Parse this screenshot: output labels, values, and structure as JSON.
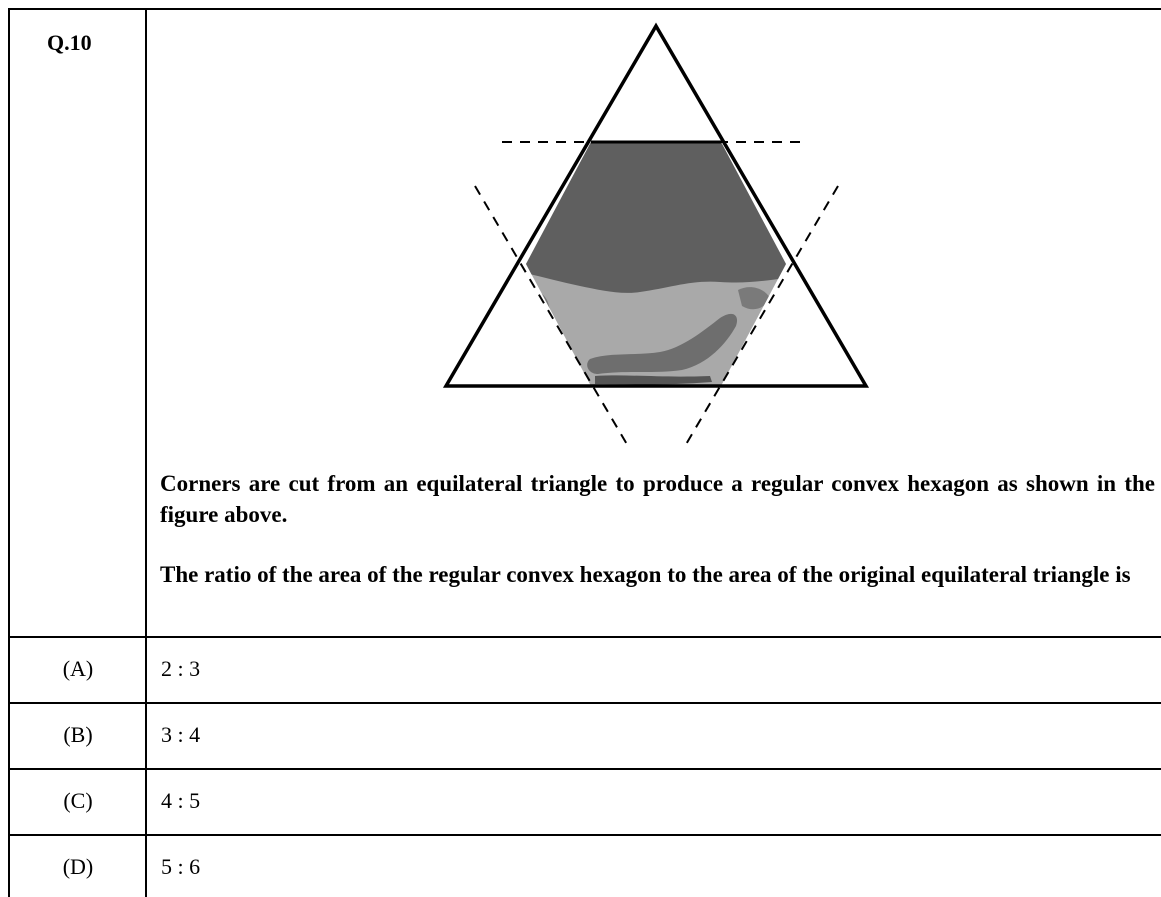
{
  "question": {
    "number": "Q.10",
    "paragraph1": "Corners are cut from an equilateral triangle to produce a regular convex hexagon as shown in the figure above.",
    "paragraph2": "The ratio of the area of the regular convex hexagon to the area of the original equilateral triangle is"
  },
  "options": [
    {
      "letter": "(A)",
      "value": "2 : 3"
    },
    {
      "letter": "(B)",
      "value": "3 : 4"
    },
    {
      "letter": "(C)",
      "value": "4 : 5"
    },
    {
      "letter": "(D)",
      "value": "5 : 6"
    }
  ],
  "colors": {
    "hexagon_dark": "#5f5f5f",
    "hexagon_light": "#a9a9a9",
    "lines": "#000000"
  }
}
